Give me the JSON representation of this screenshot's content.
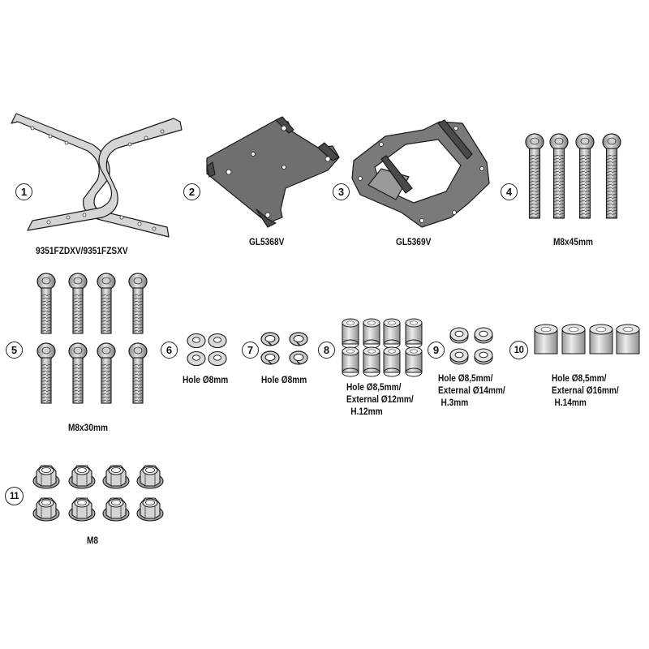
{
  "parts": [
    {
      "number": "1",
      "label": "9351FZDXV/9351FZSXV",
      "icon": "bracket-frame-icon"
    },
    {
      "number": "2",
      "label": "GL5368V",
      "icon": "mounting-plate-icon"
    },
    {
      "number": "3",
      "label": "GL5369V",
      "icon": "mounting-frame-plate-icon"
    },
    {
      "number": "4",
      "label": "M8x45mm",
      "icon": "long-bolt-icon"
    },
    {
      "number": "5",
      "label": "M8x30mm",
      "icon": "bolt-icon"
    },
    {
      "number": "6",
      "label": "Hole Ø8mm",
      "icon": "flat-washer-icon"
    },
    {
      "number": "7",
      "label": "Hole Ø8mm",
      "icon": "spring-washer-icon"
    },
    {
      "number": "8",
      "label_lines": [
        "Hole Ø8,5mm/",
        "External Ø12mm/",
        "H.12mm"
      ],
      "icon": "spacer-12mm-icon"
    },
    {
      "number": "9",
      "label_lines": [
        "Hole Ø8,5mm/",
        "External Ø14mm/",
        "H.3mm"
      ],
      "icon": "thin-spacer-icon"
    },
    {
      "number": "10",
      "label_lines": [
        "Hole Ø8,5mm/",
        "External Ø16mm/",
        "H.14mm"
      ],
      "icon": "spacer-16mm-icon"
    },
    {
      "number": "11",
      "label": "M8",
      "icon": "flange-nut-icon"
    }
  ],
  "colors": {
    "line": "#1a1a1a",
    "metal_light": "#d9d9d9",
    "metal_mid": "#a8a8a8",
    "plate": "#6e6e6e",
    "badge_border": "#222222"
  }
}
